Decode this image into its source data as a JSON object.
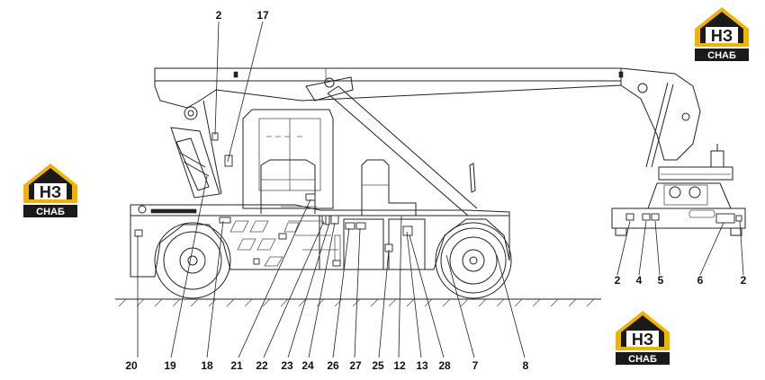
{
  "logo": {
    "letters": "НЗ",
    "caption": "СНАБ",
    "colors": {
      "house": "#f0b400",
      "dark": "#1a1a1a",
      "letters_bg": "#ffffff"
    }
  },
  "labels": {
    "top": [
      "2",
      "17"
    ],
    "bottom_side": [
      "20",
      "19",
      "18",
      "21",
      "22",
      "23",
      "24",
      "26",
      "27",
      "25",
      "12",
      "13",
      "28",
      "7",
      "8"
    ],
    "end_view": [
      "2",
      "4",
      "5",
      "6",
      "2"
    ]
  }
}
